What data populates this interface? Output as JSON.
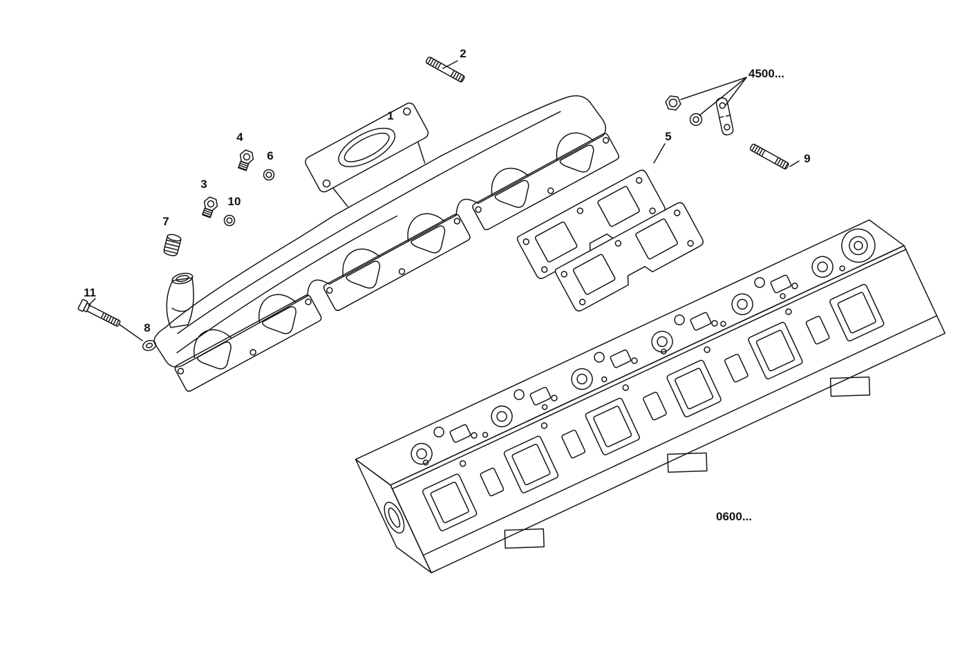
{
  "page": {
    "background": "#ffffff",
    "line_color": "#141414"
  },
  "callouts": {
    "n1": "1",
    "n2": "2",
    "n3": "3",
    "n4": "4",
    "n5": "5",
    "n6": "6",
    "n7": "7",
    "n8": "8",
    "n9": "9",
    "n10": "10",
    "n11": "11"
  },
  "refs": {
    "r4500": "4500...",
    "r0600": "0600..."
  }
}
